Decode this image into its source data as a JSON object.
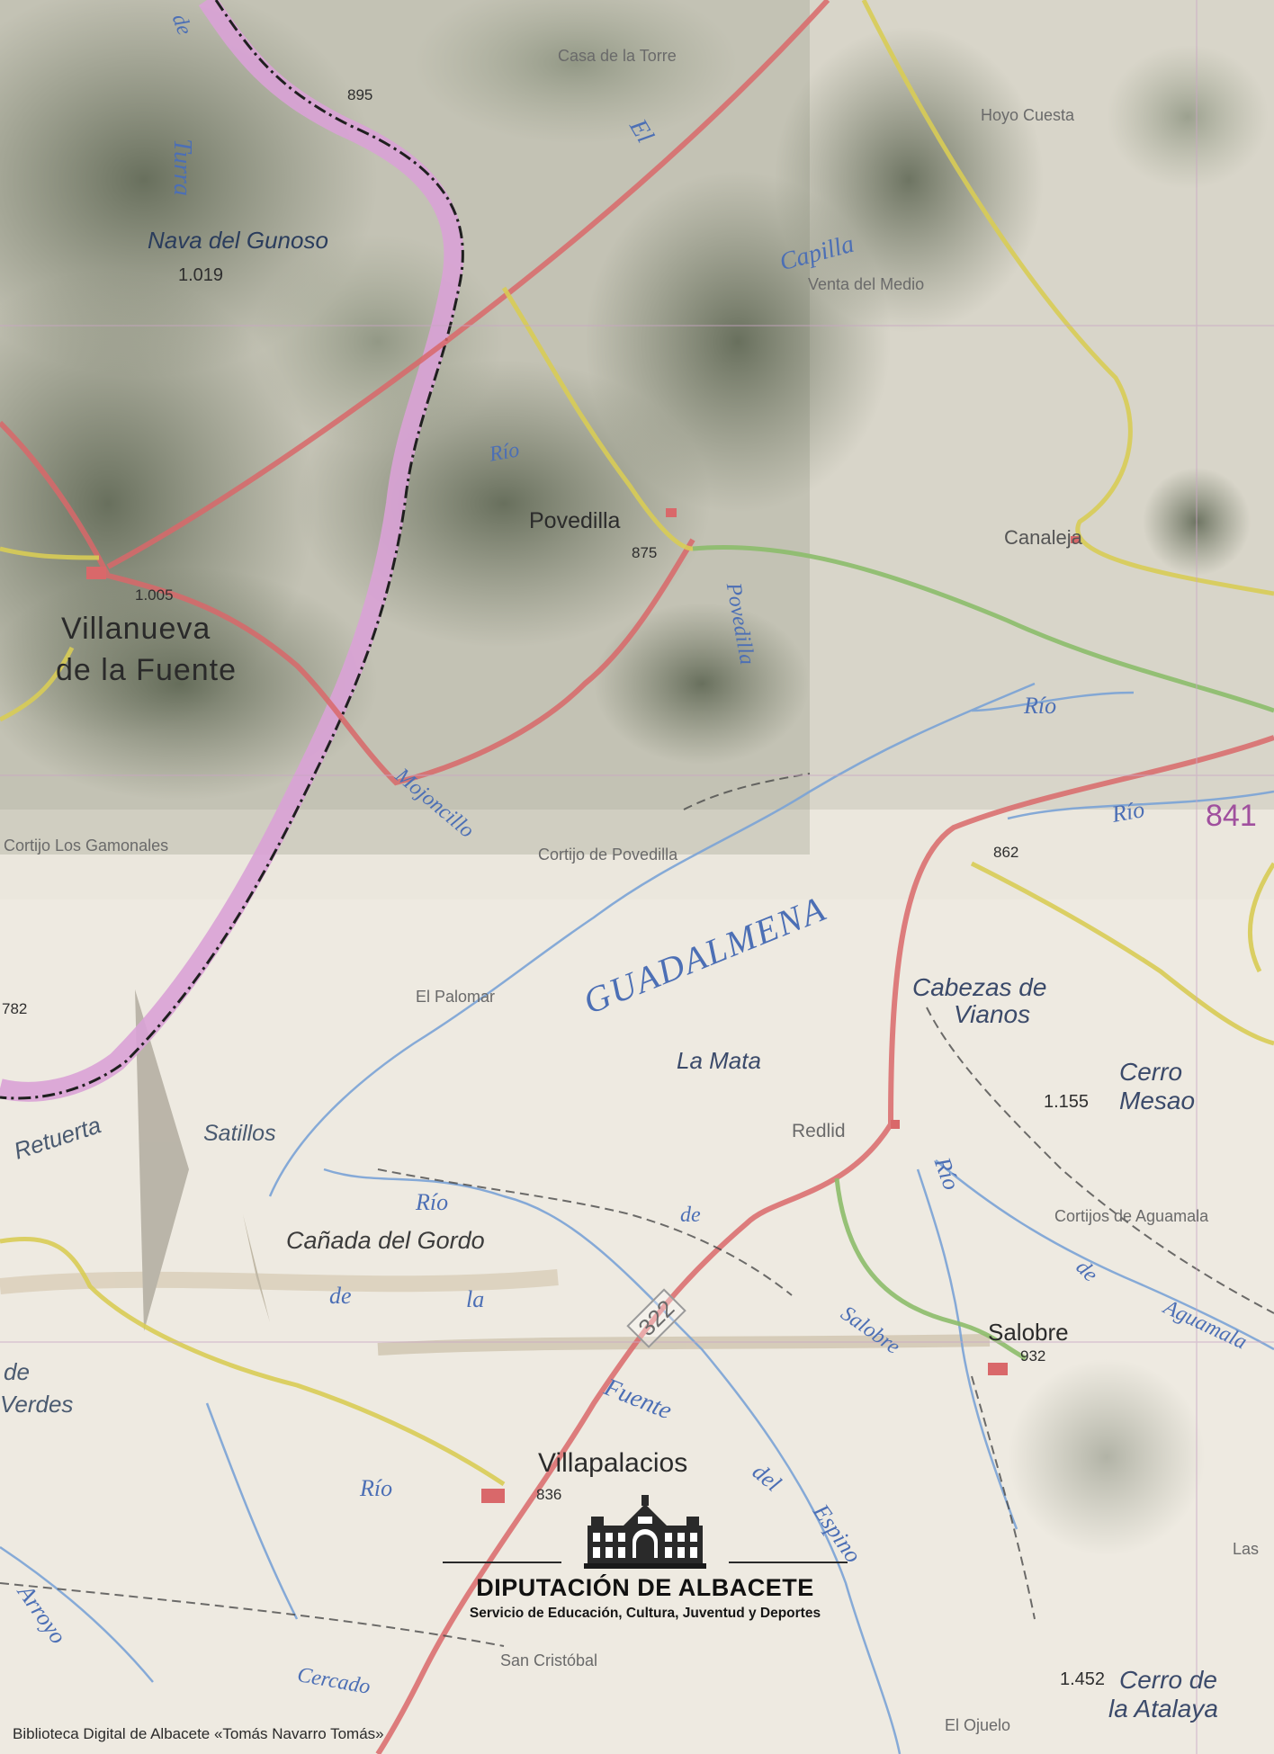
{
  "map": {
    "place_labels": {
      "nava_del_gunoso": "Nava del Gunoso",
      "nava_elev": "1.019",
      "povedilla": "Povedilla",
      "povedilla_elev": "875",
      "villanueva_line1": "Villanueva",
      "villanueva_line2": "de la Fuente",
      "villanueva_elev": "1.005",
      "canaleja": "Canaleja",
      "casa_de_la_torre": "Casa de la Torre",
      "hoyo_cuesta": "Hoyo Cuesta",
      "venta": "Venta del Medio",
      "cortijo_povedilla": "Cortijo de Povedilla",
      "cortijo_gamonales": "Cortijo Los Gamonales",
      "el_palomar": "El Palomar",
      "cabezas_line1": "Cabezas de",
      "cabezas_line2": "Vianos",
      "la_mata": "La Mata",
      "cerro_mesao_line1": "Cerro",
      "cerro_mesao_line2": "Mesao",
      "cerro_mesao_elev": "1.155",
      "redlid": "Redlid",
      "satillos": "Satillos",
      "canada_del_gordo": "Cañada del Gordo",
      "cortijos_aguamala": "Cortijos de Aguamala",
      "salobre": "Salobre",
      "salobre_elev": "932",
      "villapalacios": "Villapalacios",
      "villapalacios_elev": "836",
      "san_cristobal": "San Cristóbal",
      "cerro_atalaya_line1": "Cerro de",
      "cerro_atalaya_line2": "la Atalaya",
      "cerro_atalaya_elev": "1.452",
      "el_ojuelo": "El Ojuelo",
      "las": "Las",
      "revolcadores": "Retuerta",
      "verdes_de": "de",
      "verdes": "Verdes",
      "elev_862": "862",
      "elev_895": "895",
      "elev_782": "782",
      "rio_badge": "841"
    },
    "water_labels": {
      "rio_1": "Río",
      "rio_2": "Río",
      "rio_3": "Río",
      "rio_4": "Río",
      "rio_5": "Río",
      "rio_6": "Río",
      "guadalmena": "GUADALMENA",
      "de_1": "de",
      "la_1": "la",
      "fuente": "Fuente",
      "del": "del",
      "espino": "Espino",
      "salobre_river": "Salobre",
      "turra": "Turra",
      "el": "El",
      "de_2": "de",
      "arroyo": "Arroyo",
      "aguamala_river": "Aguamala",
      "de_3": "de",
      "capilla": "Capilla",
      "mojonsillo": "Mojoncillo",
      "povedilla_r": "Povedilla",
      "cercado": "Cercado",
      "de_4": "de"
    },
    "road_label": "322",
    "colors": {
      "border": "#d9a2d6",
      "main_road": "#d9686a",
      "secondary_road": "#d8cc55",
      "green_road": "#8cbd6a",
      "river": "#7aa3d6",
      "vegetation": "#4d5641"
    }
  },
  "branding": {
    "institution": "DIPUTACIÓN DE ALBACETE",
    "department": "Servicio de Educación, Cultura, Juventud y Deportes",
    "logo_icon": "palace-building-icon"
  },
  "footer": {
    "credit": "Biblioteca Digital de Albacete «Tomás Navarro Tomás»"
  }
}
